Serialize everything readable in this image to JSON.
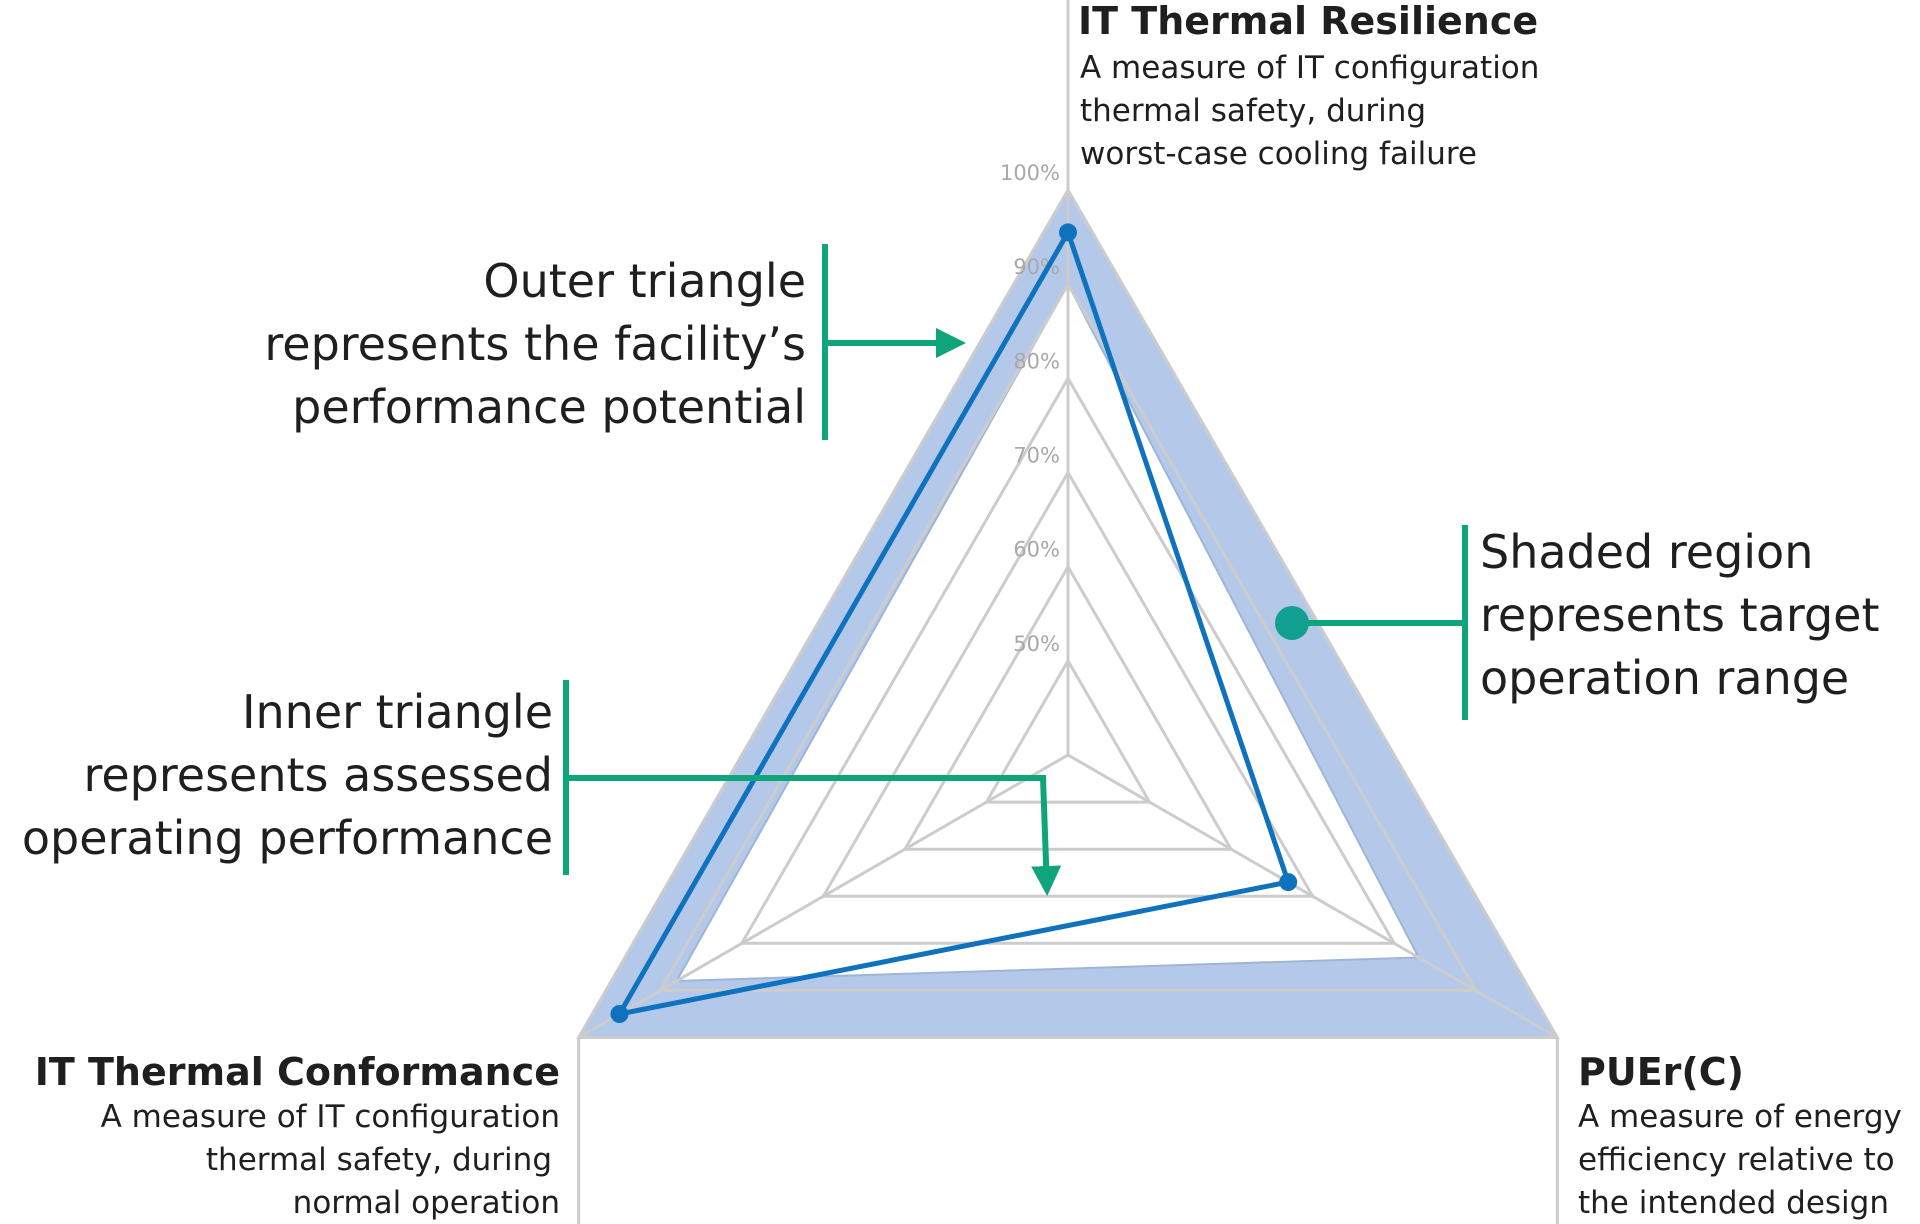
{
  "colors": {
    "shaded_region": "#b4c9e9",
    "assessed_line": "#0f72be",
    "callout": "#0fa57b",
    "callout_dot": "#11a090",
    "grid": "#cccccc",
    "text": "#1f1f1f",
    "tick_text": "#a8a8a8"
  },
  "axes": {
    "top": {
      "title": "IT Thermal Resilience",
      "desc": [
        "A measure of IT configuration",
        "thermal safety, during",
        "worst-case cooling failure"
      ]
    },
    "left": {
      "title": "IT Thermal Conformance",
      "desc": [
        "A measure of IT configuration",
        "thermal safety, during",
        "normal operation"
      ]
    },
    "right": {
      "title": "PUEr(C)",
      "desc": [
        "A measure of energy",
        "efficiency relative to",
        "the intended design"
      ]
    }
  },
  "callouts": {
    "outer": [
      "Outer triangle",
      "represents the facility’s",
      "performance potential"
    ],
    "shaded": [
      "Shaded region",
      "represents target",
      "operation range"
    ],
    "inner": [
      "Inner triangle",
      "represents assessed",
      "operating performance"
    ]
  },
  "chart_data": {
    "type": "radar",
    "scale": "percent",
    "ticks": [
      "50%",
      "60%",
      "70%",
      "80%",
      "90%",
      "100%"
    ],
    "tick_values": [
      50,
      60,
      70,
      80,
      90,
      100
    ],
    "axes": [
      "IT Thermal Resilience",
      "PUEr(C)",
      "IT Thermal Conformance"
    ],
    "outer_potential": [
      100,
      100,
      100
    ],
    "target_range": {
      "lower": [
        90,
        83,
        88
      ],
      "upper": [
        100,
        100,
        100
      ]
    },
    "assessed": [
      95.5,
      67,
      95
    ]
  }
}
